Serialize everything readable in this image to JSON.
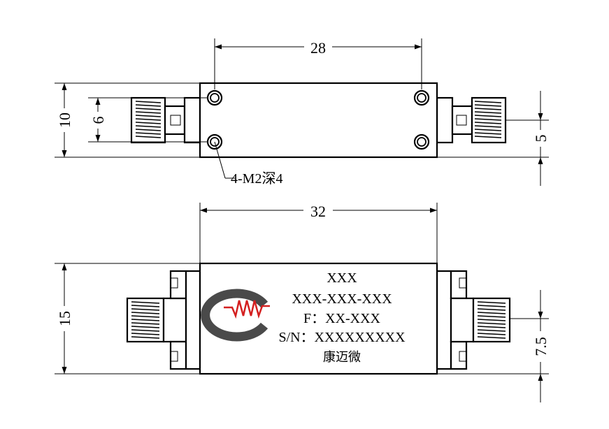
{
  "top_view": {
    "dim_length": "28",
    "dim_height": "10",
    "dim_hole_spacing": "6",
    "dim_connector_offset": "5",
    "hole_note": "4-M2深4"
  },
  "front_view": {
    "dim_length": "32",
    "dim_height": "15",
    "dim_connector_offset": "7.5",
    "label_lines": [
      "XXX",
      "XXX-XXX-XXX",
      "F：XX-XXX",
      "S/N：XXXXXXXXX",
      "康迈微"
    ]
  },
  "logo": {
    "ring_color": "#4a4a4a",
    "wave_color": "#d42020"
  }
}
